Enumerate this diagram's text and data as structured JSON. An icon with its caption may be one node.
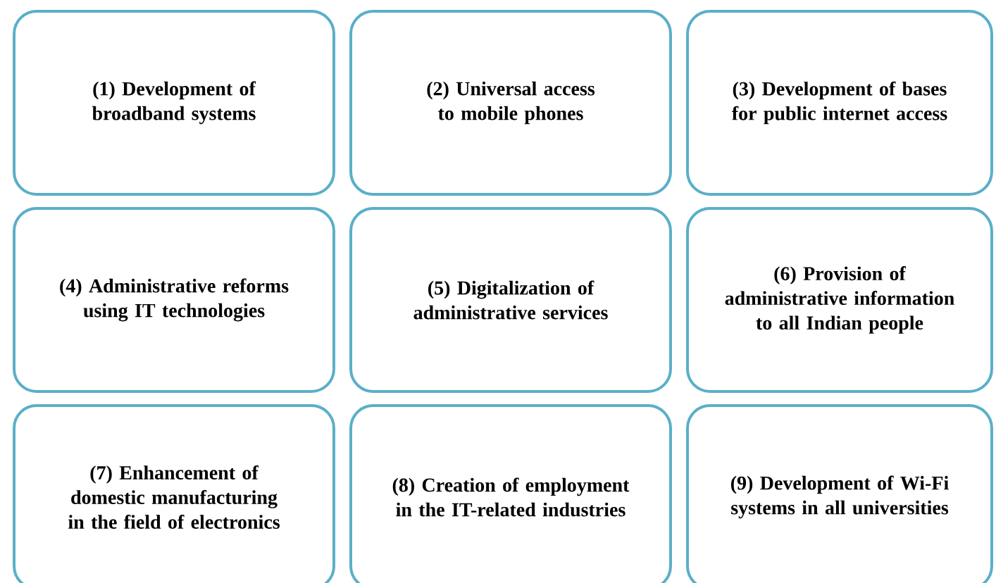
{
  "diagram": {
    "nodes": [
      {
        "text": [
          "(1) Development of broadband systems"
        ]
      },
      {
        "text": [
          "(2) Universal access to mobile phones"
        ]
      },
      {
        "text": [
          "(3) Development of bases for public internet access"
        ]
      },
      {
        "text": [
          "(4) Administrative reforms using IT technologies"
        ]
      },
      {
        "text": [
          "(5) Digitalization of administrative services"
        ]
      },
      {
        "text": [
          "(6) Provision of administrative information to all Indian people"
        ]
      },
      {
        "text": [
          "(7) Enhancement of domestic manufacturing in the field of electronics"
        ]
      },
      {
        "text": [
          "(8) Creation of employment in the IT-related industries"
        ]
      },
      {
        "text": [
          "(9) Development of Wi-Fi systems in all universities"
        ]
      }
    ]
  }
}
